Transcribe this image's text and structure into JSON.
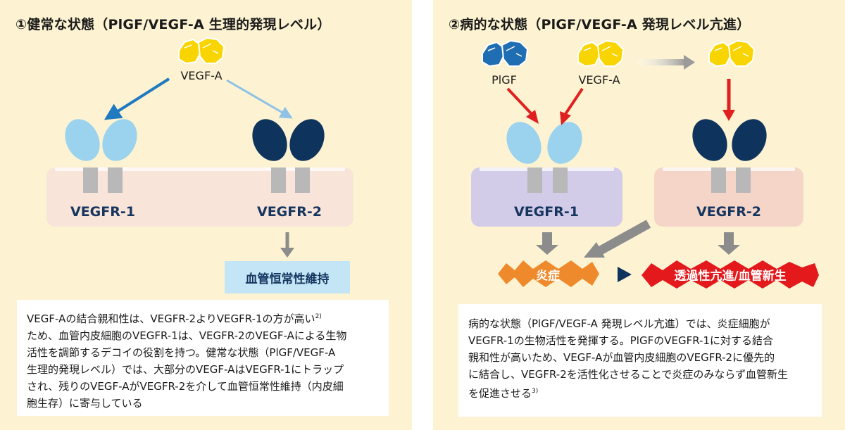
{
  "left": {
    "title": "①健常な状態（PlGF/VEGF-A 生理的発現レベル）",
    "ligand_label": "VEGF-A",
    "receptor1_label": "VEGFR-1",
    "receptor2_label": "VEGFR-2",
    "outcome_label": "血管恒常性維持",
    "description": {
      "line1": "VEGF-Aの結合親和性は、VEGFR-2よりVEGFR-1の方が高い",
      "line1_ref": "2)",
      "line2": "ため、血管内皮細胞のVEGFR-1は、VEGFR-2のVEGF-Aによる生物",
      "line3": "活性を調節するデコイの役割を持つ。健常な状態（PlGF/VEGF-A",
      "line4": "生理的発現レベル）では、大部分のVEGF-AはVEGFR-1にトラップ",
      "line5": "され、残りのVEGF-AがVEGFR-2を介して血管恒常性維持（内皮細",
      "line6": "胞生存）に寄与している"
    }
  },
  "right": {
    "title": "②病的な状態（PlGF/VEGF-A 発現レベル亢進）",
    "plgf_label": "PlGF",
    "ligand_label": "VEGF-A",
    "receptor1_label": "VEGFR-1",
    "receptor2_label": "VEGFR-2",
    "inflammation_label": "炎症",
    "outcome_label": "透過性亢進/血管新生",
    "description": {
      "line1": "病的な状態（PlGF/VEGF-A 発現レベル亢進）では、炎症細胞が",
      "line2": "VEGFR-1の生物活性を発揮する。PlGFのVEGFR-1に対する結合",
      "line3": "親和性が高いため、VEGF-Aが血管内皮細胞のVEGFR-2に優先的",
      "line4": "に結合し、VEGFR-2を活性化させることで炎症のみならず血管新生",
      "line5": "を促進させる",
      "line5_ref": "3)"
    }
  },
  "colors": {
    "background": "#fdf3d2",
    "vegfa": "#f8d500",
    "plgf": "#1f6db3",
    "vegfr1_light": "#9bd3ee",
    "vegfr2_dark": "#0e335c",
    "membrane_left": "#f8e4d8",
    "membrane_vegfr1_right": "#d2cce8",
    "membrane_vegfr2_right": "#f5d5c8",
    "arrow_blue": "#1f7ac0",
    "arrow_light_blue": "#8fc2e6",
    "arrow_red": "#e02020",
    "inflammation": "#ef8a2c",
    "outcome_red": "#e3191c"
  }
}
